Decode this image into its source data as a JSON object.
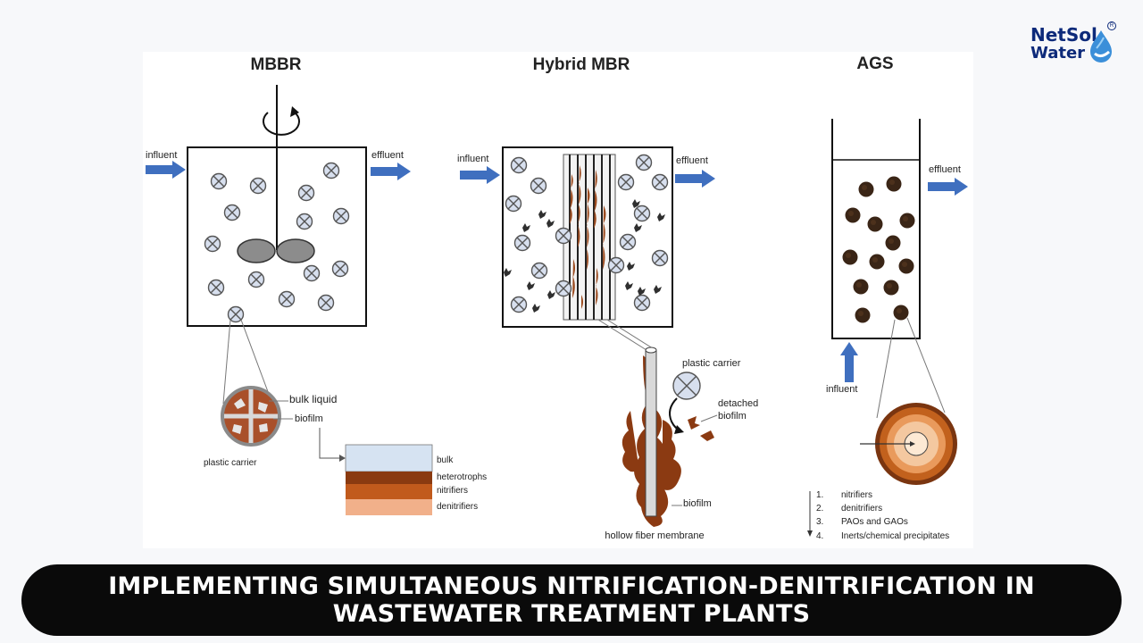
{
  "brand": {
    "line1": "NetSol",
    "line2": "Water",
    "registered": "R"
  },
  "banner": {
    "title": "IMPLEMENTING SIMULTANEOUS NITRIFICATION-DENITRIFICATION IN WASTEWATER TREATMENT PLANTS"
  },
  "colors": {
    "arrow": "#3f6fbf",
    "biofilm_dark": "#8b3a12",
    "granule": "#3a2516",
    "bulk": "#d6e3f2",
    "heterotrophs": "#8a3a10",
    "nitrifiers": "#c15a1c",
    "denitrifiers": "#f1b08a"
  },
  "diagram": {
    "mbbr": {
      "title": "MBBR",
      "influent": "influent",
      "effluent": "effluent",
      "labels": {
        "bulk_liquid": "bulk liquid",
        "biofilm": "biofilm",
        "plastic_carrier": "plastic carrier"
      },
      "layers": [
        "bulk",
        "heterotrophs",
        "nitrifiers",
        "denitrifiers"
      ]
    },
    "hybrid": {
      "title": "Hybrid MBR",
      "influent": "influent",
      "effluent": "effluent",
      "labels": {
        "plastic_carrier": "plastic carrier",
        "detached_line1": "detached",
        "detached_line2": "biofilm",
        "biofilm": "biofilm",
        "membrane": "hollow fiber membrane"
      }
    },
    "ags": {
      "title": "AGS",
      "influent": "influent",
      "effluent": "effluent",
      "legend": [
        {
          "num": "1.",
          "text": "nitrifiers"
        },
        {
          "num": "2.",
          "text": "denitrifiers"
        },
        {
          "num": "3.",
          "text": "PAOs and GAOs"
        },
        {
          "num": "4.",
          "text": "Inerts/chemical precipitates"
        }
      ]
    }
  }
}
